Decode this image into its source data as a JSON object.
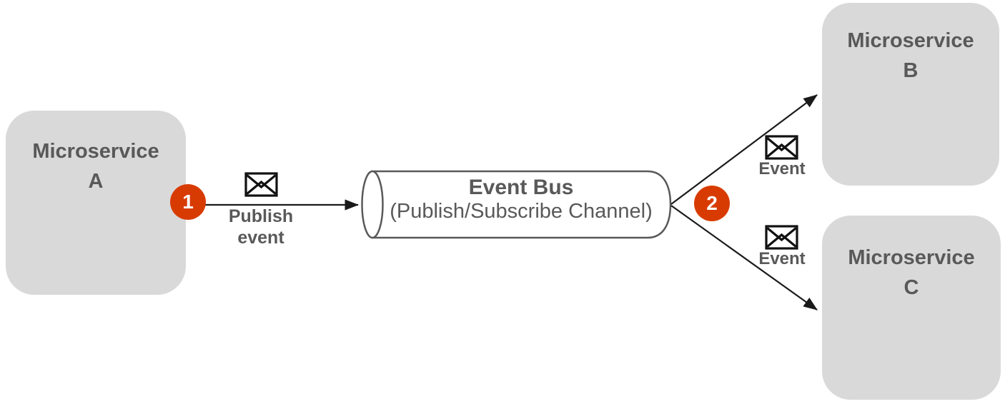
{
  "colors": {
    "node_fill": "#D9D9D9",
    "node_text": "#595959",
    "badge_fill": "#D83B01",
    "badge_text": "#FFFFFF",
    "arrow": "#1A1A1A",
    "bus_stroke": "#595959",
    "envelope_stroke": "#111111"
  },
  "nodes": {
    "microservice_a": {
      "line1": "Microservice",
      "line2": "A"
    },
    "microservice_b": {
      "line1": "Microservice",
      "line2": "B"
    },
    "microservice_c": {
      "line1": "Microservice",
      "line2": "C"
    }
  },
  "event_bus": {
    "title": "Event Bus",
    "subtitle": "(Publish/Subscribe Channel)"
  },
  "badges": {
    "step_1": "1",
    "step_2": "2"
  },
  "labels": {
    "publish_event": "Publish event",
    "event_to_b": "Event",
    "event_to_c": "Event"
  }
}
